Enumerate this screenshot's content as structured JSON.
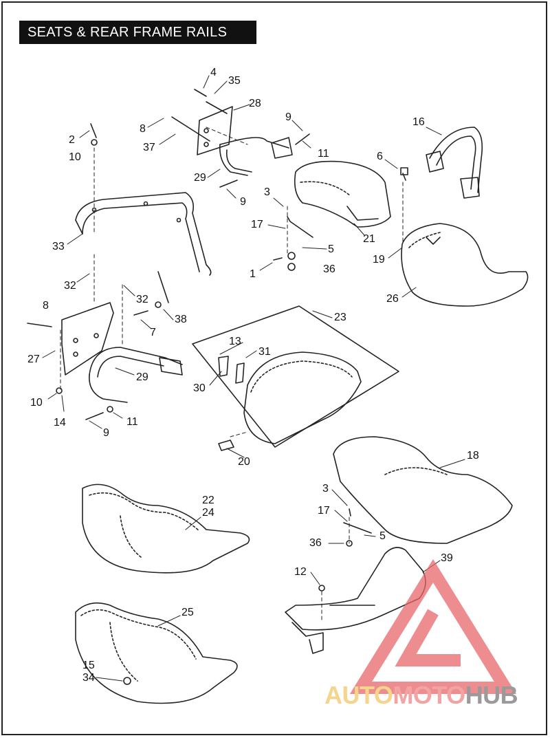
{
  "title": "SEATS & REAR FRAME RAILS",
  "callouts": [
    "4",
    "35",
    "28",
    "8",
    "37",
    "2",
    "10",
    "9",
    "11",
    "16",
    "6",
    "29",
    "9",
    "3",
    "17",
    "21",
    "5",
    "1",
    "36",
    "19",
    "26",
    "33",
    "32",
    "32",
    "8",
    "38",
    "7",
    "27",
    "13",
    "31",
    "23",
    "30",
    "29",
    "10",
    "14",
    "11",
    "9",
    "20",
    "18",
    "22",
    "24",
    "3",
    "17",
    "5",
    "36",
    "12",
    "39",
    "25",
    "15",
    "34"
  ],
  "watermark": {
    "part1": "AUTO",
    "part2": "MOTO",
    "part3": "HUB",
    "colors": {
      "auto": "#f5d48c",
      "moto": "#f2a3a3",
      "hub": "#9a9a9a",
      "logo": "#e8676a"
    }
  }
}
